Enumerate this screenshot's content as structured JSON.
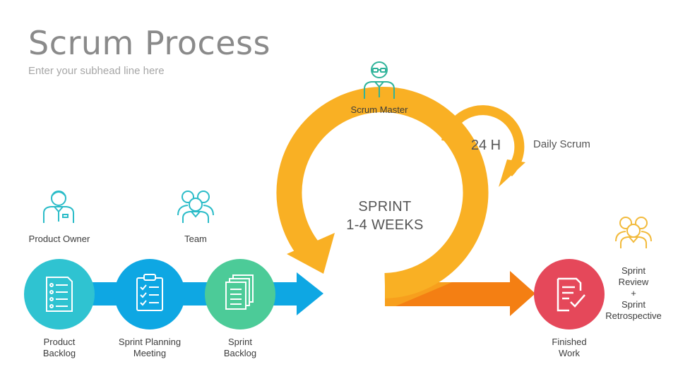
{
  "header": {
    "title": "Scrum Process",
    "subtitle": "Enter your subhead line here"
  },
  "roles": {
    "product_owner": "Product Owner",
    "team": "Team",
    "scrum_master": "Scrum Master"
  },
  "steps": [
    {
      "line1": "Product",
      "line2": "Backlog",
      "color": "#2fc3d1",
      "icon": "document-list-icon"
    },
    {
      "line1": "Sprint Planning",
      "line2": "Meeting",
      "color": "#0ea7e3",
      "icon": "clipboard-checklist-icon"
    },
    {
      "line1": "Sprint",
      "line2": "Backlog",
      "color": "#4ccb98",
      "icon": "stacked-documents-icon"
    }
  ],
  "sprint": {
    "line1": "SPRINT",
    "line2": "1-4 WEEKS",
    "loop_label": "24 H",
    "daily_label": "Daily Scrum"
  },
  "finished": {
    "line1": "Finished",
    "line2": "Work",
    "color": "#e5485a",
    "icon": "checked-document-icon"
  },
  "review": {
    "line1": "Sprint",
    "line2": "Review",
    "line3": "+",
    "line4": "Sprint",
    "line5": "Retrospective"
  },
  "colors": {
    "arrow_blue": "#0ea7e3",
    "cycle_yellow": "#f9b024",
    "arrow_orange": "#f47f13",
    "icon_teal": "#2bbcc8",
    "icon_green": "#2fb39a",
    "icon_gold": "#f2ba3b"
  }
}
